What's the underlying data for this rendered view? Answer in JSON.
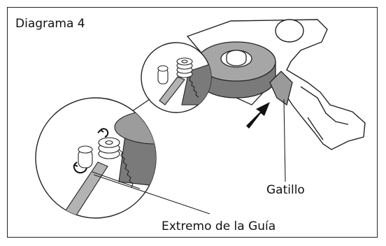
{
  "diagram": {
    "title": "Diagrama 4",
    "labels": {
      "trigger": "Gatillo",
      "guide_end": "Extremo de la Guía"
    }
  },
  "colors": {
    "line": "#222222",
    "tape_dark": "#7a7a7a",
    "tape_mid": "#a6a6a6",
    "tape_light": "#cfcfcf",
    "background": "#ffffff"
  }
}
